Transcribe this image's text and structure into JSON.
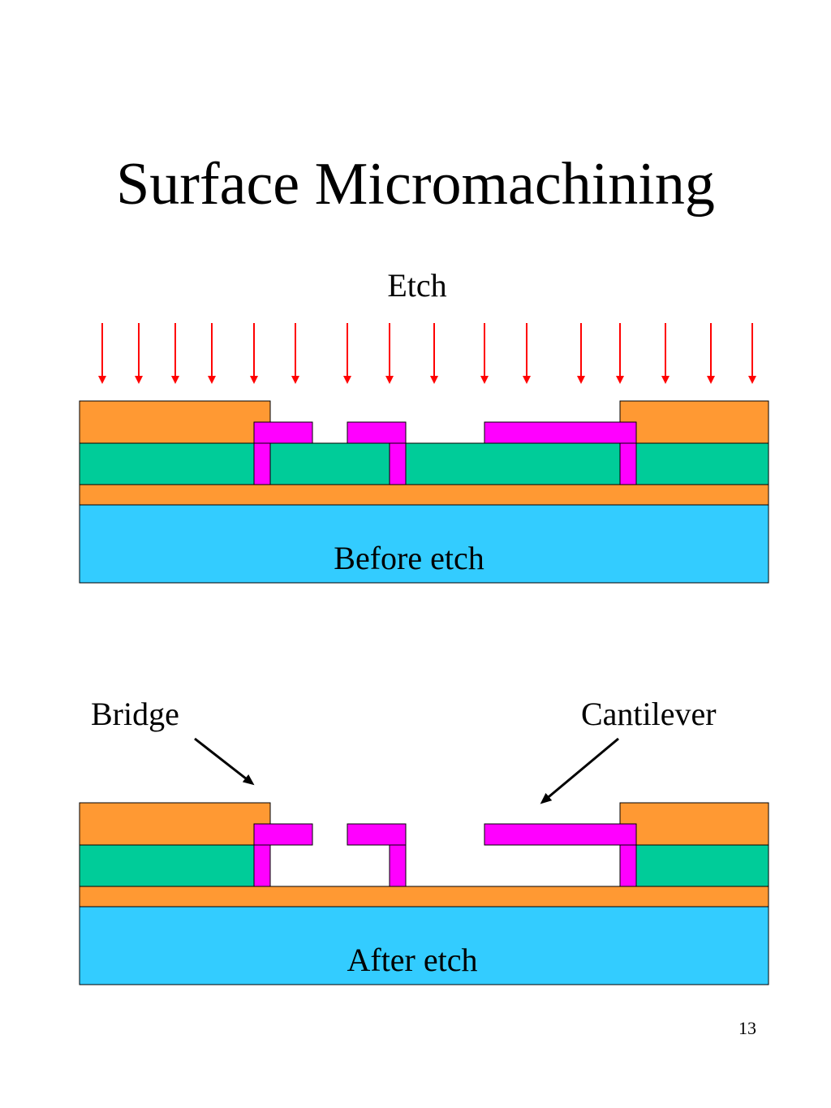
{
  "slide": {
    "title": "Surface Micromachining",
    "page_number": "13"
  },
  "labels": {
    "etch": "Etch",
    "before_etch": "Before etch",
    "after_etch": "After etch",
    "bridge": "Bridge",
    "cantilever": "Cantilever"
  },
  "colors": {
    "sacrificial_oxide": "#FF9933",
    "spacer_layer": "#00CC99",
    "substrate": "#33CCFF",
    "structural_poly": "#FF00FF",
    "etch_arrows": "#FF0000",
    "pointer_arrows": "#000000"
  }
}
